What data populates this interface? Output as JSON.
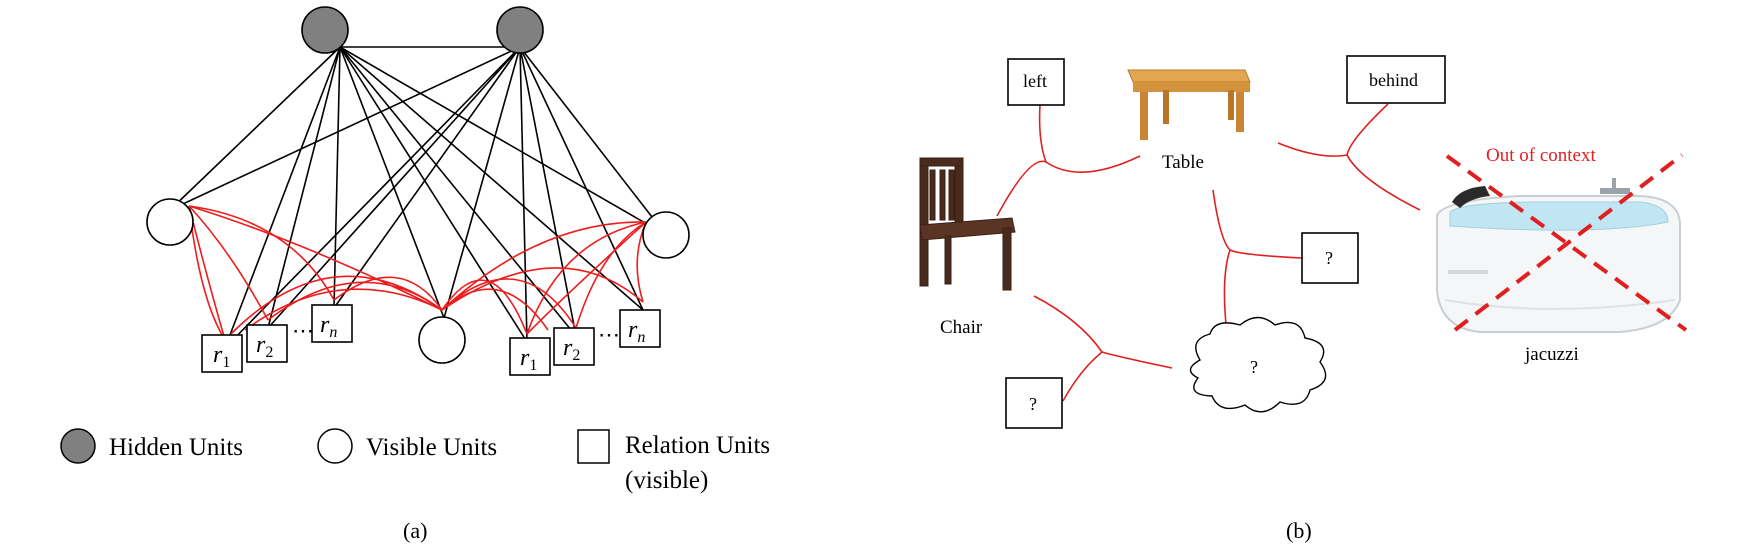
{
  "panel_a": {
    "caption": "(a)",
    "relation_labels": {
      "group1": [
        {
          "base": "r",
          "sub": "1"
        },
        {
          "base": "r",
          "sub": "2"
        },
        {
          "base": "r",
          "sub": "n"
        }
      ],
      "group2": [
        {
          "base": "r",
          "sub": "1"
        },
        {
          "base": "r",
          "sub": "2"
        },
        {
          "base": "r",
          "sub": "n"
        }
      ]
    },
    "ellipsis": "⋯",
    "legend": {
      "hidden": "Hidden Units",
      "visible": "Visible Units",
      "relation_line1": "Relation Units",
      "relation_line2": "(visible)"
    }
  },
  "panel_b": {
    "caption": "(b)",
    "objects": {
      "chair": "Chair",
      "table": "Table",
      "jacuzzi": "jacuzzi"
    },
    "relations": {
      "left": "left",
      "behind": "behind",
      "q1": "?",
      "q2": "?",
      "q3": "?"
    },
    "out_of_context": "Out of context"
  },
  "colors": {
    "hidden_fill": "#808080",
    "edge": "#000000",
    "relation_edge": "#ee1c1c",
    "out_of_context": "#e02020"
  }
}
